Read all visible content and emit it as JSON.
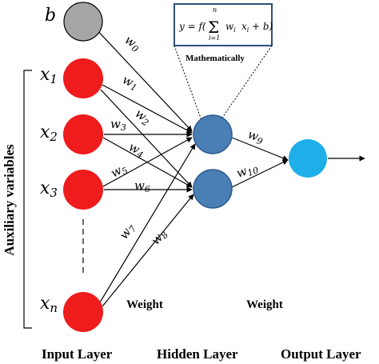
{
  "nodes": {
    "bias": {
      "label": "b",
      "color": "#a6a6a6"
    },
    "inputs": [
      {
        "label": "x",
        "sub": "1"
      },
      {
        "label": "x",
        "sub": "2"
      },
      {
        "label": "x",
        "sub": "3"
      },
      {
        "label": "x",
        "sub": "n"
      }
    ],
    "input_color": "#ee1c1c",
    "hidden_color": "#4a7fb6",
    "output_color": "#1eaee8"
  },
  "weights": [
    {
      "label": "w",
      "sub": "0"
    },
    {
      "label": "w",
      "sub": "1"
    },
    {
      "label": "w",
      "sub": "2"
    },
    {
      "label": "w",
      "sub": "3"
    },
    {
      "label": "w",
      "sub": "4"
    },
    {
      "label": "w",
      "sub": "5"
    },
    {
      "label": "w",
      "sub": "6"
    },
    {
      "label": "w",
      "sub": "7"
    },
    {
      "label": "w",
      "sub": "8"
    },
    {
      "label": "w",
      "sub": "9"
    },
    {
      "label": "w",
      "sub": "10"
    }
  ],
  "formula": {
    "lhs": "y = f(",
    "sum_top": "n",
    "sum_bottom": "i=1",
    "term": "w",
    "term_sub": "i",
    "var": "x",
    "var_sub": "i",
    "rhs": "+ b)",
    "caption": "Mathematically"
  },
  "side_label": "Auxiliary variables",
  "weight_captions": [
    "Weight",
    "Weight"
  ],
  "layers": [
    "Input Layer",
    "Hidden Layer",
    "Output Layer"
  ]
}
